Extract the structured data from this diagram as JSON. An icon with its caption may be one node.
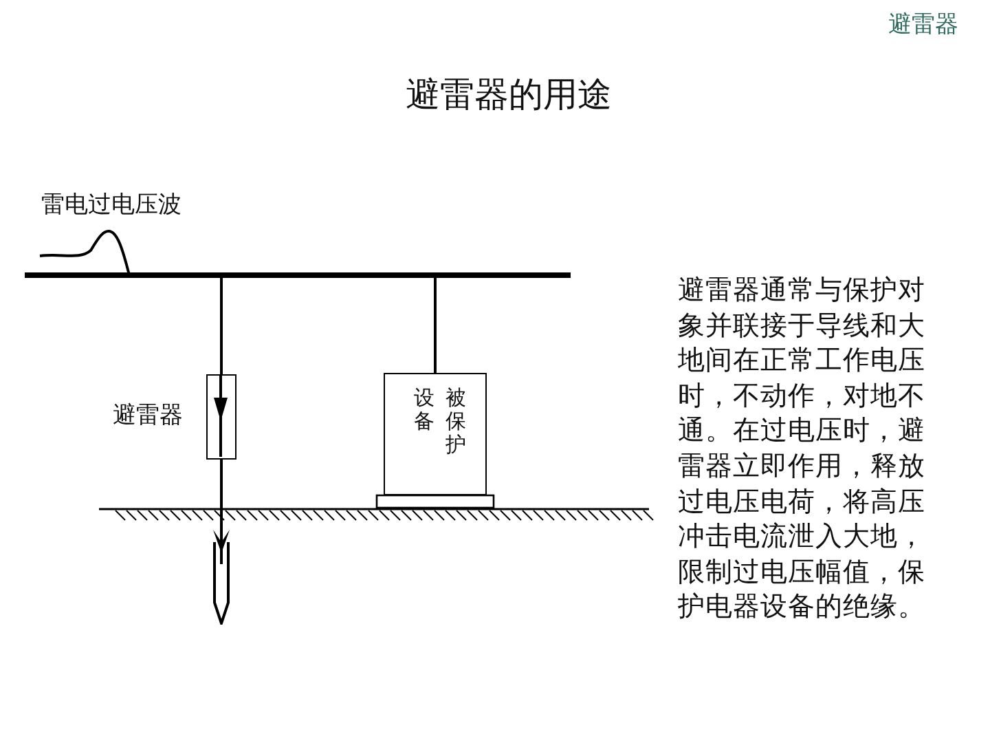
{
  "diagram": {
    "title": "避雷器的用途",
    "nodes": [
      {
        "text": [],
        "shape": "bar"
      },
      {
        "text": [],
        "shape": "box",
        "beside": [
          "避雷器"
        ]
      },
      {
        "text": [
          "被保护设备"
        ]
      },
      {
        "text": [],
        "shape": "rod"
      }
    ],
    "edges": [
      {
        "from": 0,
        "to": 1,
        "arrow": "none"
      },
      {
        "from": 0,
        "to": 2,
        "arrow": "none"
      },
      {
        "from": 1,
        "to": 3,
        "arrow": "none"
      }
    ],
    "labels": [
      "避雷器",
      "雷电过电压波",
      "避雷器通常与保护对象并联接于导线和大地间在正常工作电压时，不动作，对地不通。在过电压时，避雷器立即作用，释放过电压电荷，将高压冲击电流泄入大地，限制过电压幅值，保护电器设备的绝缘。"
    ]
  }
}
